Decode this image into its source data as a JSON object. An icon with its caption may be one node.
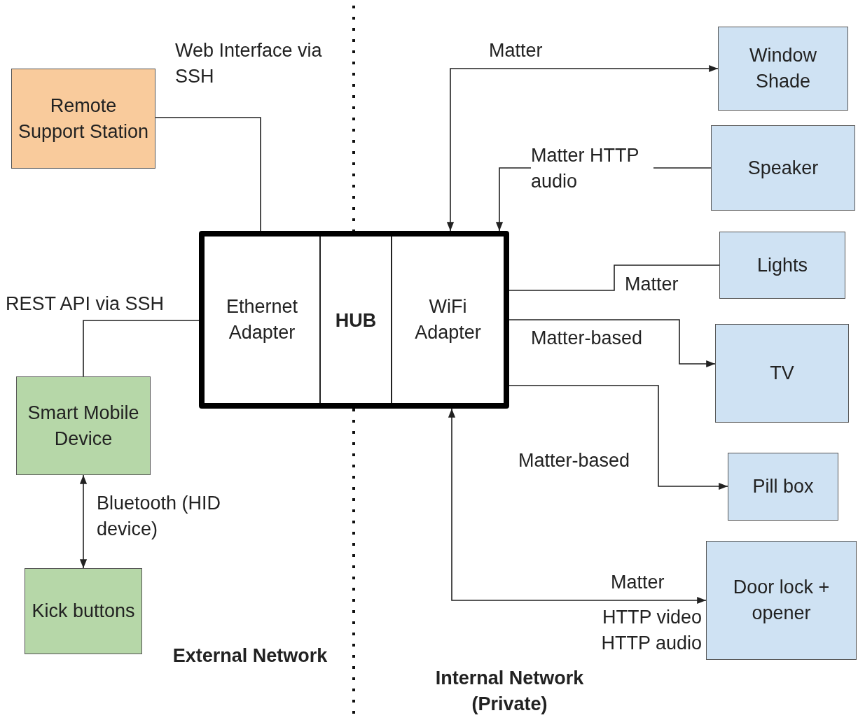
{
  "diagram": {
    "nodes": [
      {
        "text": [
          "Remote Support Station"
        ]
      },
      {
        "text": [
          "HUB"
        ]
      },
      {
        "text": [
          "Ethernet Adapter"
        ],
        "in": 1
      },
      {
        "text": [
          "WiFi Adapter"
        ],
        "in": 1
      },
      {
        "text": [
          "Smart Mobile Device"
        ]
      },
      {
        "text": [
          "Kick buttons"
        ]
      },
      {
        "text": [
          "Window Shade"
        ]
      },
      {
        "text": [
          "Speaker"
        ]
      },
      {
        "text": [
          "Lights"
        ]
      },
      {
        "text": [
          "TV"
        ]
      },
      {
        "text": [
          "Pill box"
        ]
      },
      {
        "text": [
          "Door lock + opener"
        ]
      }
    ],
    "edges": [
      {
        "from": 0,
        "to": 2,
        "arrow": "none",
        "label": "Web Interface via SSH"
      },
      {
        "from": 4,
        "to": 2,
        "arrow": "none",
        "label": "REST API via SSH"
      },
      {
        "from": 4,
        "to": 5,
        "arrow": "both",
        "label": "Bluetooth (HID device)"
      },
      {
        "from": 3,
        "to": 6,
        "arrow": "both",
        "label": "Matter"
      },
      {
        "from": 7,
        "to": 3,
        "arrow": "to",
        "label": "Matter HTTP audio"
      },
      {
        "from": 3,
        "to": 8,
        "arrow": "none",
        "label": "Matter"
      },
      {
        "from": 3,
        "to": 9,
        "arrow": "to",
        "label": "Matter-based"
      },
      {
        "from": 3,
        "to": 10,
        "arrow": "to",
        "label": "Matter-based"
      },
      {
        "from": 3,
        "to": 11,
        "arrow": "both",
        "label": "Matter"
      }
    ],
    "labels": [
      "HTTP video HTTP audio",
      "External Network",
      "Internal Network (Private)"
    ]
  }
}
